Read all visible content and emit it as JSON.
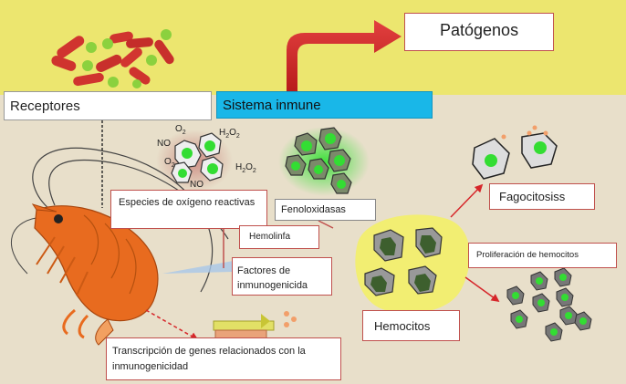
{
  "labels": {
    "patogenos": "Patógenos",
    "receptores": "Receptores",
    "sistema_inmune": "Sistema inmune",
    "especies_oxigeno": "Especies de oxígeno reactivas",
    "fenoloxidasas": "Fenoloxidasas",
    "hemolinfa": "Hemolinfa",
    "factores": "Factores de inmunogenicida",
    "fagocitosis": "Fagocitosiss",
    "proliferacion": "Proliferación de hemocitos",
    "hemocitos": "Hemocitos",
    "transcripcion": "Transcripción de genes relacionados con la inmunogenicidad"
  },
  "chemicals": {
    "o2_a": "O",
    "o2_a_sub": "2",
    "h2o2_a": "H",
    "h2o2_a_sub1": "2",
    "h2o2_a_mid": "O",
    "h2o2_a_sub2": "2",
    "no_a": "NO",
    "o2_b": "O",
    "o2_b_sub": "2",
    "h2o2_b": "H",
    "h2o2_b_sub1": "2",
    "h2o2_b_mid": "O",
    "h2o2_b_sub2": "2",
    "no_b": "NO"
  },
  "colors": {
    "sky": "#ece66f",
    "ground": "#e8dfca",
    "accent_red": "#c0504d",
    "immune_blue": "#19b7e8",
    "arrow_red": "#d6262a",
    "cell_green": "#33dd33"
  }
}
